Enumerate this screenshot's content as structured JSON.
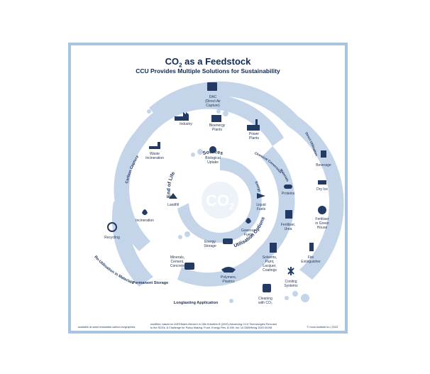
{
  "title": {
    "prefix": "CO",
    "subscript": "2",
    "suffix": " as a Feedstock",
    "subtitle": "CCU Provides Multiple Solutions for Sustainability"
  },
  "center": {
    "prefix": "CO",
    "subscript": "2"
  },
  "sections": {
    "sources": "Sources",
    "end_of_life": "End of Life",
    "utilisation_options": "Utilisation Options",
    "carbon_capture": "Carbon Capture",
    "re_utilisation": "Re-Utilisation in Materials",
    "permanent_storage": "Permanent Storage",
    "longlasting_application": "Longlasting Application",
    "direct_utilisation": "Direct Utilisation",
    "chemical_conversion": "Chemical Conversion",
    "energy": "Energy",
    "materials": "Materials"
  },
  "items": {
    "dac": [
      "DAC",
      "(Direct Air",
      "Capture)"
    ],
    "industry": [
      "Industry"
    ],
    "bioenergy_plants": [
      "Bioenergy",
      "Plants"
    ],
    "power_plants": [
      "Power",
      "Plants"
    ],
    "waste_incineration": [
      "Waste",
      "Incineration"
    ],
    "biological_uptake": [
      "Biological",
      "Uptake"
    ],
    "landfill": [
      "Landfill"
    ],
    "incineration": [
      "Incineration"
    ],
    "recycling": [
      "Recycling"
    ],
    "beverage": [
      "Beverage"
    ],
    "dry_ice": [
      "Dry Ice"
    ],
    "fertiliser_greenhouse": [
      "Fertiliser",
      "in Green",
      "House"
    ],
    "fire_extinguisher": [
      "Fire",
      "Extinguisher"
    ],
    "cooling_systems": [
      "Cooling",
      "Systems"
    ],
    "cleaning": [
      "Cleaning",
      "with CO₂"
    ],
    "proteins": [
      "Proteins"
    ],
    "fertiliser_urea": [
      "Fertiliser,",
      "Urea"
    ],
    "solvents": [
      "Solvents,",
      "Paint,",
      "Lacquer,",
      "Coatings"
    ],
    "liquid_fuels": [
      "Liquid",
      "Fuels"
    ],
    "gaseous_fuels": [
      "Gaseous",
      "Fuels"
    ],
    "energy_storage": [
      "Energy",
      "Storage"
    ],
    "polymers_plastics": [
      "Polymers,",
      "Plastics"
    ],
    "minerals": [
      "Minerals,",
      "Cement,",
      "Concrete"
    ]
  },
  "footer": {
    "left": "available at www.renewable-carbon.eu/graphics",
    "citation": [
      "modified, based on IASS/Mami-Mensch in Olfe-Kräutlein B (2020) Advancing CCU Technologies Pursuant",
      "to the SDGs: A Challenge for Policy Making. Front. Energy Res. 8:198. doi: 10.3389/fenrg.2020.00198"
    ],
    "right": "© nova-Institute.eu | 2023"
  }
}
